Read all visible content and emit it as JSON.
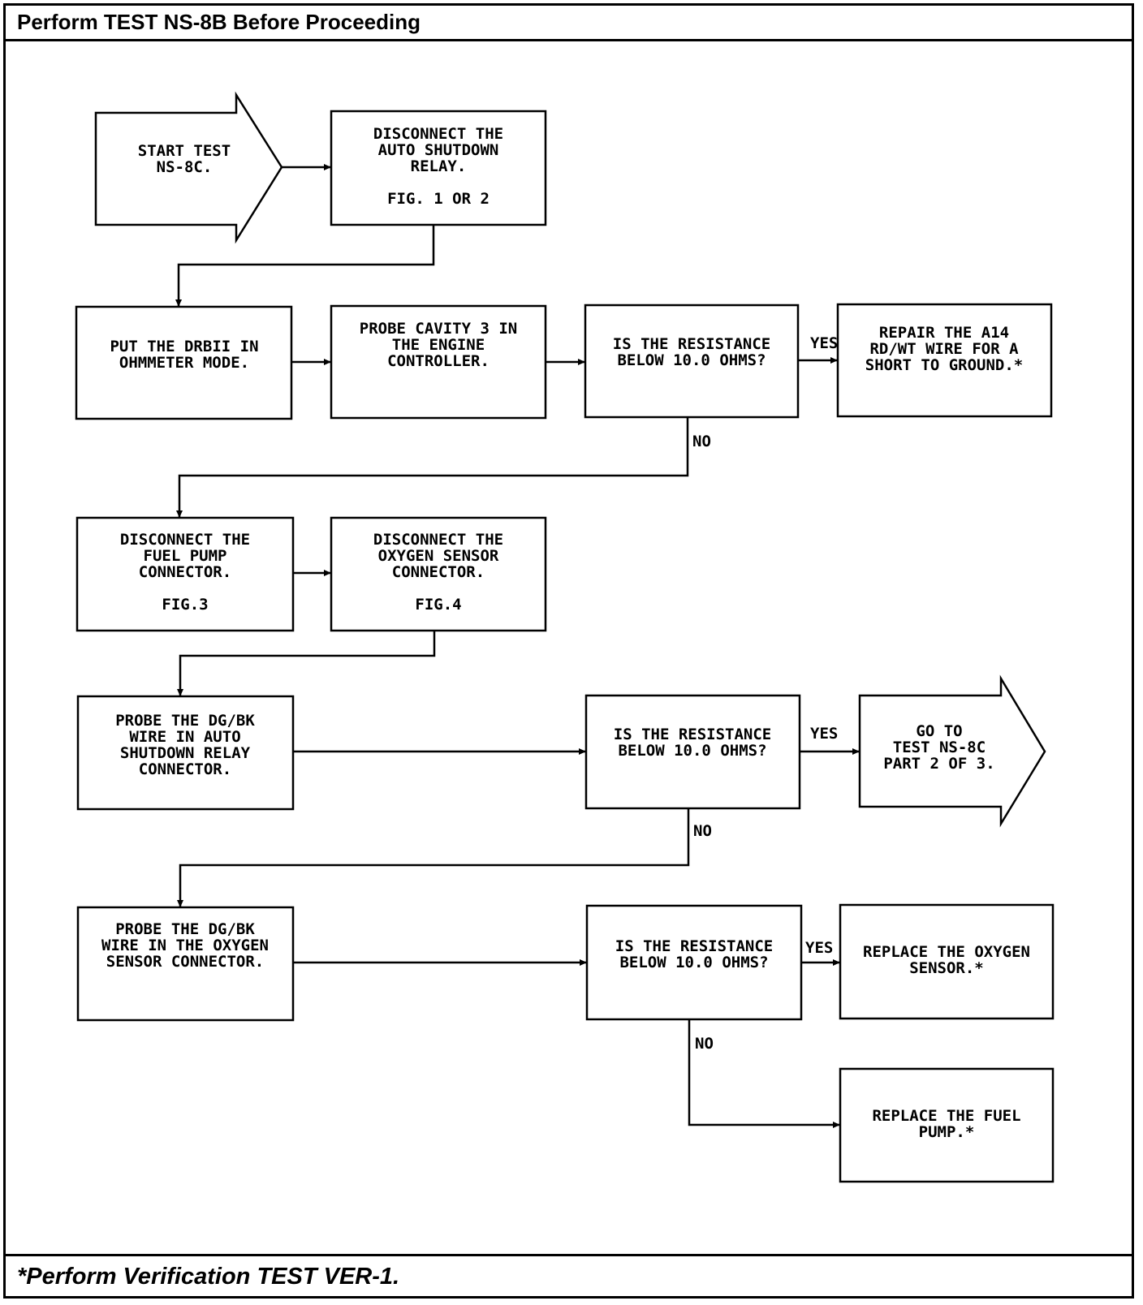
{
  "header": {
    "title": "Perform TEST NS-8B Before Proceeding"
  },
  "footer": {
    "note": "*Perform Verification TEST VER-1."
  },
  "nodes": {
    "start": {
      "lines": [
        "START TEST",
        "NS-8C."
      ]
    },
    "disc_asd": {
      "lines": [
        "DISCONNECT THE",
        "AUTO SHUTDOWN",
        "RELAY.",
        "",
        "FIG. 1 OR 2"
      ]
    },
    "drb": {
      "lines": [
        "PUT THE DRBII IN",
        "OHMMETER MODE."
      ]
    },
    "probe3": {
      "lines": [
        "PROBE CAVITY 3 IN",
        "THE ENGINE",
        "CONTROLLER."
      ]
    },
    "q1": {
      "lines": [
        "IS THE RESISTANCE",
        "BELOW 10.0 OHMS?"
      ]
    },
    "repair": {
      "lines": [
        "REPAIR THE A14",
        "RD/WT WIRE FOR A",
        "SHORT TO GROUND.*"
      ]
    },
    "disc_fuel": {
      "lines": [
        "DISCONNECT THE",
        "FUEL PUMP",
        "CONNECTOR.",
        "",
        "FIG.3"
      ]
    },
    "disc_o2": {
      "lines": [
        "DISCONNECT THE",
        "OXYGEN SENSOR",
        "CONNECTOR.",
        "",
        "FIG.4"
      ]
    },
    "probe_asd": {
      "lines": [
        "PROBE THE DG/BK",
        "WIRE IN AUTO",
        "SHUTDOWN RELAY",
        "CONNECTOR."
      ]
    },
    "q2": {
      "lines": [
        "IS THE RESISTANCE",
        "BELOW 10.0 OHMS?"
      ]
    },
    "goto": {
      "lines": [
        "GO TO",
        "TEST NS-8C",
        "PART 2 OF 3."
      ]
    },
    "probe_o2": {
      "lines": [
        "PROBE THE DG/BK",
        "WIRE IN THE OXYGEN",
        "SENSOR CONNECTOR."
      ]
    },
    "q3": {
      "lines": [
        "IS THE RESISTANCE",
        "BELOW 10.0 OHMS?"
      ]
    },
    "replace_o2": {
      "lines": [
        "REPLACE THE OXYGEN",
        "SENSOR.*"
      ]
    },
    "replace_fp": {
      "lines": [
        "REPLACE THE FUEL",
        "PUMP.*"
      ]
    }
  },
  "branch_labels": {
    "q1_yes": "YES",
    "q1_no": "NO",
    "q2_yes": "YES",
    "q2_no": "NO",
    "q3_yes": "YES",
    "q3_no": "NO"
  }
}
